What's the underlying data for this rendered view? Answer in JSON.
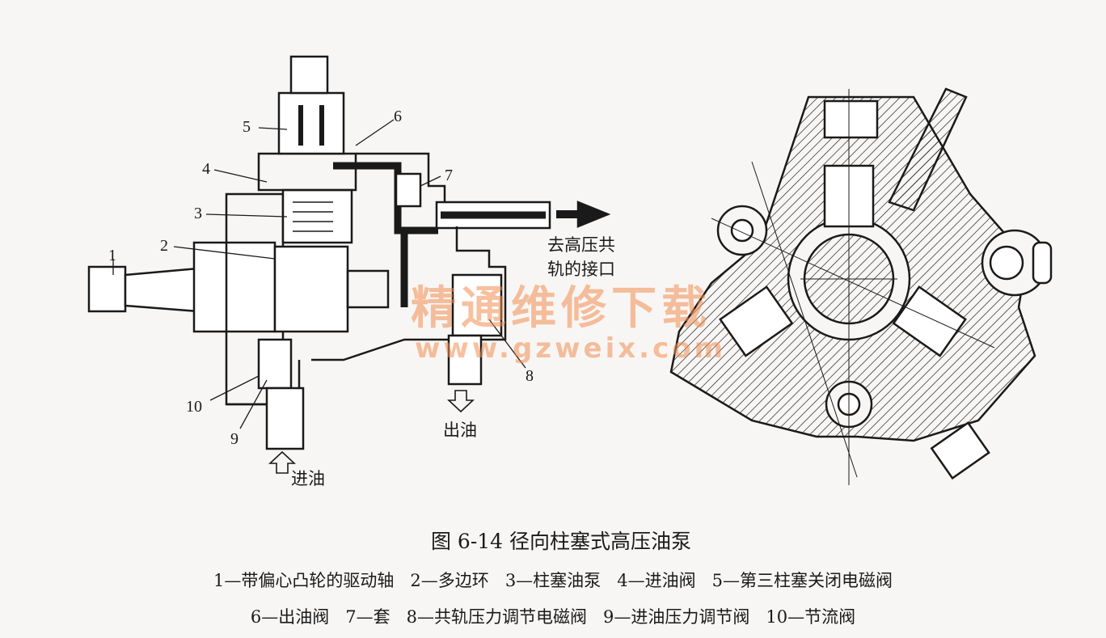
{
  "figure": {
    "callouts": [
      "1",
      "2",
      "3",
      "4",
      "5",
      "6",
      "7",
      "8",
      "9",
      "10"
    ],
    "annotations": {
      "to_rail_line1": "去高压共",
      "to_rail_line2": "轨的接口",
      "outlet": "出油",
      "inlet": "进油"
    },
    "watermark": {
      "text": "精通维修下载",
      "url": "www.gzweix.com"
    },
    "colors": {
      "ink": "#1a1a1a",
      "background": "#f8f6f4",
      "watermark": "#f08c50"
    }
  },
  "caption": {
    "title": "图 6-14   径向柱塞式高压油泵",
    "legend_line1": "1—带偏心凸轮的驱动轴   2—多边环   3—柱塞油泵   4—进油阀   5—第三柱塞关闭电磁阀",
    "legend_line2": "6—出油阀   7—套   8—共轨压力调节电磁阀   9—进油压力调节阀   10—节流阀"
  }
}
